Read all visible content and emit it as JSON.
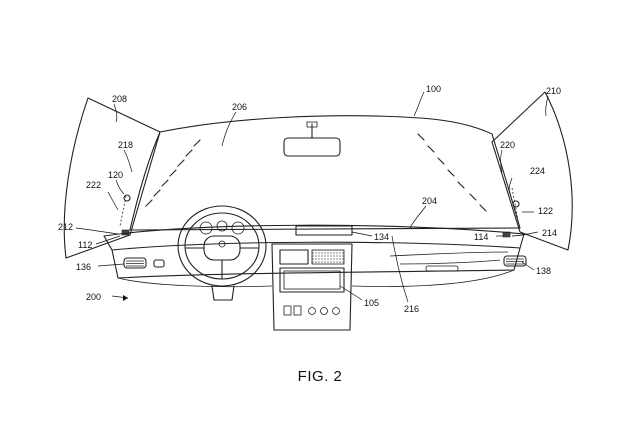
{
  "caption": "FIG. 2",
  "refs": {
    "r100": "100",
    "r105": "105",
    "r112": "112",
    "r114": "114",
    "r120": "120",
    "r122": "122",
    "r134": "134",
    "r136": "136",
    "r138": "138",
    "r200": "200",
    "r204": "204",
    "r206": "206",
    "r208": "208",
    "r210": "210",
    "r212": "212",
    "r214": "214",
    "r216": "216",
    "r218": "218",
    "r220": "220",
    "r222": "222",
    "r224": "224"
  }
}
